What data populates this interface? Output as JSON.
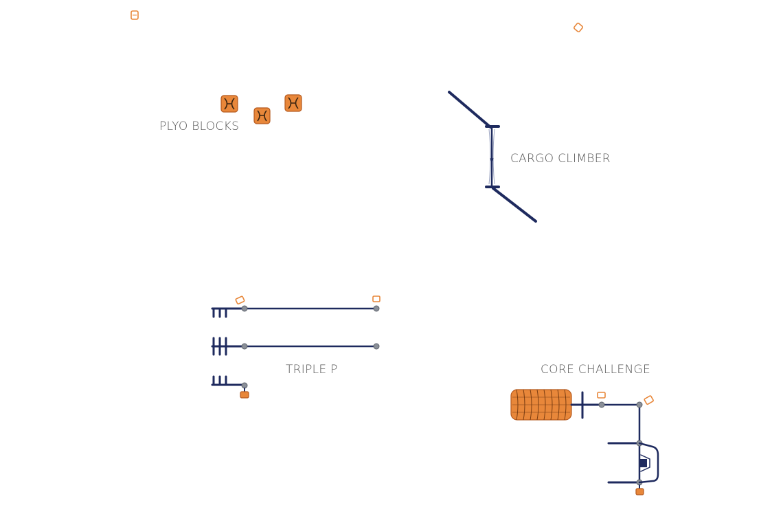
{
  "labels": {
    "plyo_blocks": "PLYO BLOCKS",
    "cargo_climber": "CARGO CLIMBER",
    "triple_p": "TRIPLE P",
    "core_challenge": "CORE CHALLENGE"
  },
  "colors": {
    "frame": "#1e2a5e",
    "pad": "#e8873a",
    "pad_edge": "#b5591e",
    "joint": "#8a8f98",
    "label": "#555555"
  }
}
